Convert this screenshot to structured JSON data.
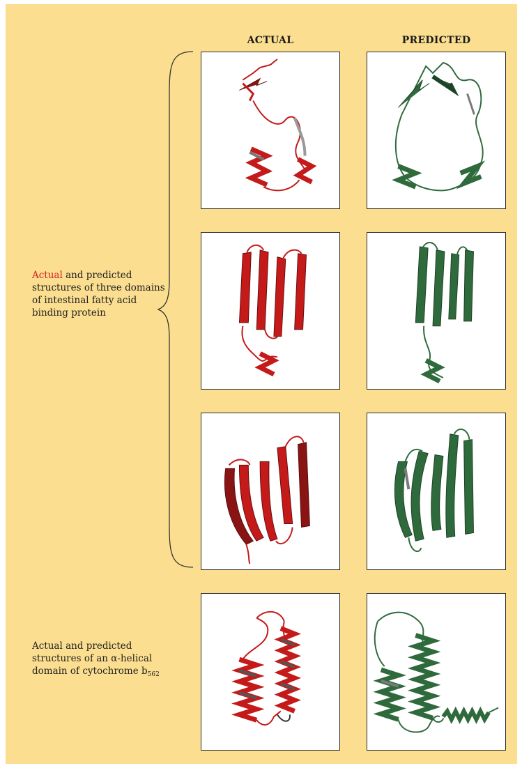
{
  "headers": {
    "actual": "ACTUAL",
    "predicted": "PREDICTED"
  },
  "captions": {
    "fabp": {
      "highlight": "Actual",
      "rest": " and predicted structures of three domains of intestinal fatty acid binding protein"
    },
    "cyto": {
      "text": "Actual and predicted structures of an α-helical domain of cytochrome b",
      "subscript": "562"
    }
  },
  "colors": {
    "background": "#fbde8f",
    "actual": "#c41a1a",
    "predicted": "#2f6a3c",
    "coil_gray": "#7a7a7a",
    "caption_accent": "#d42222"
  },
  "rows": [
    {
      "actual_icon": "mixed-domain-structure",
      "predicted_icon": "mixed-domain-structure"
    },
    {
      "actual_icon": "beta-sheet-structure",
      "predicted_icon": "beta-sheet-structure"
    },
    {
      "actual_icon": "beta-barrel-structure",
      "predicted_icon": "beta-barrel-structure"
    },
    {
      "actual_icon": "alpha-helix-bundle-structure",
      "predicted_icon": "alpha-helix-bundle-structure"
    }
  ]
}
